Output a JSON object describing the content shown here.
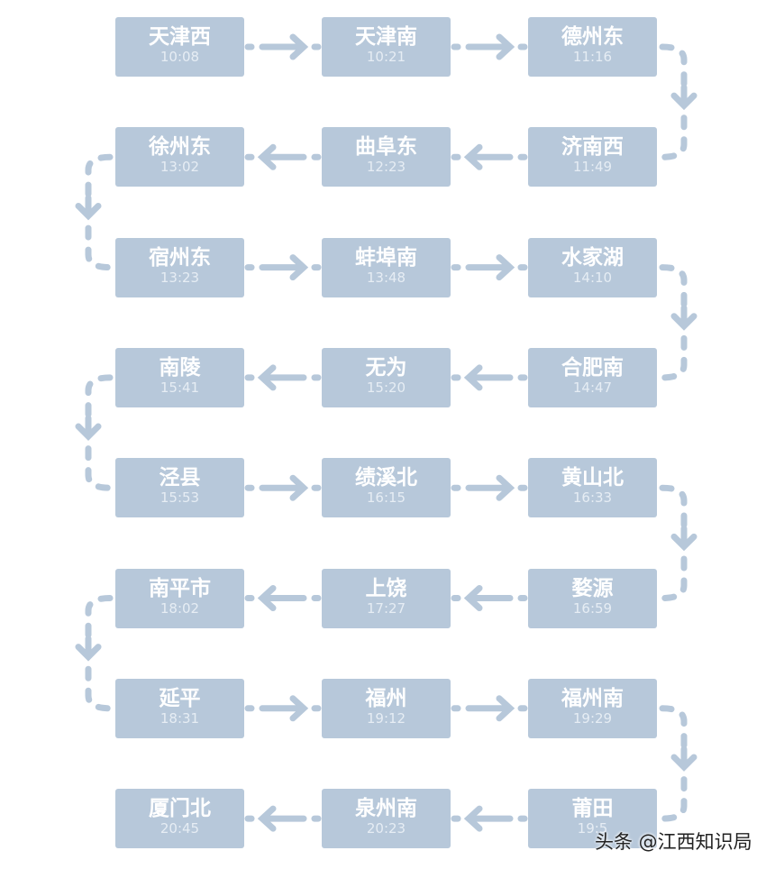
{
  "stations": [
    {
      "name": "天津西",
      "time": "10:08"
    },
    {
      "name": "天津南",
      "time": "10:21"
    },
    {
      "name": "德州东",
      "time": "11:16"
    },
    {
      "name": "济南西",
      "time": "11:49"
    },
    {
      "name": "曲阜东",
      "time": "12:23"
    },
    {
      "name": "徐州东",
      "time": "13:02"
    },
    {
      "name": "宿州东",
      "time": "13:23"
    },
    {
      "name": "蚌埠南",
      "time": "13:48"
    },
    {
      "name": "水家湖",
      "time": "14:10"
    },
    {
      "name": "合肥南",
      "time": "14:47"
    },
    {
      "name": "无为",
      "time": "15:20"
    },
    {
      "name": "南陵",
      "time": "15:41"
    },
    {
      "name": "泾县",
      "time": "15:53"
    },
    {
      "name": "绩溪北",
      "time": "16:15"
    },
    {
      "name": "黄山北",
      "time": "16:33"
    },
    {
      "name": "婺源",
      "time": "16:59"
    },
    {
      "name": "上饶",
      "time": "17:27"
    },
    {
      "name": "南平市",
      "time": "18:02"
    },
    {
      "name": "延平",
      "time": "18:31"
    },
    {
      "name": "福州",
      "time": "19:12"
    },
    {
      "name": "福州南",
      "time": "19:29"
    },
    {
      "name": "莆田",
      "time": "19:5"
    },
    {
      "name": "泉州南",
      "time": "20:23"
    },
    {
      "name": "厦门北",
      "time": "20:45"
    }
  ],
  "watermark": "头条 @江西知识局",
  "colors": {
    "box": "#b7c8da",
    "connector": "#b7c8da"
  }
}
